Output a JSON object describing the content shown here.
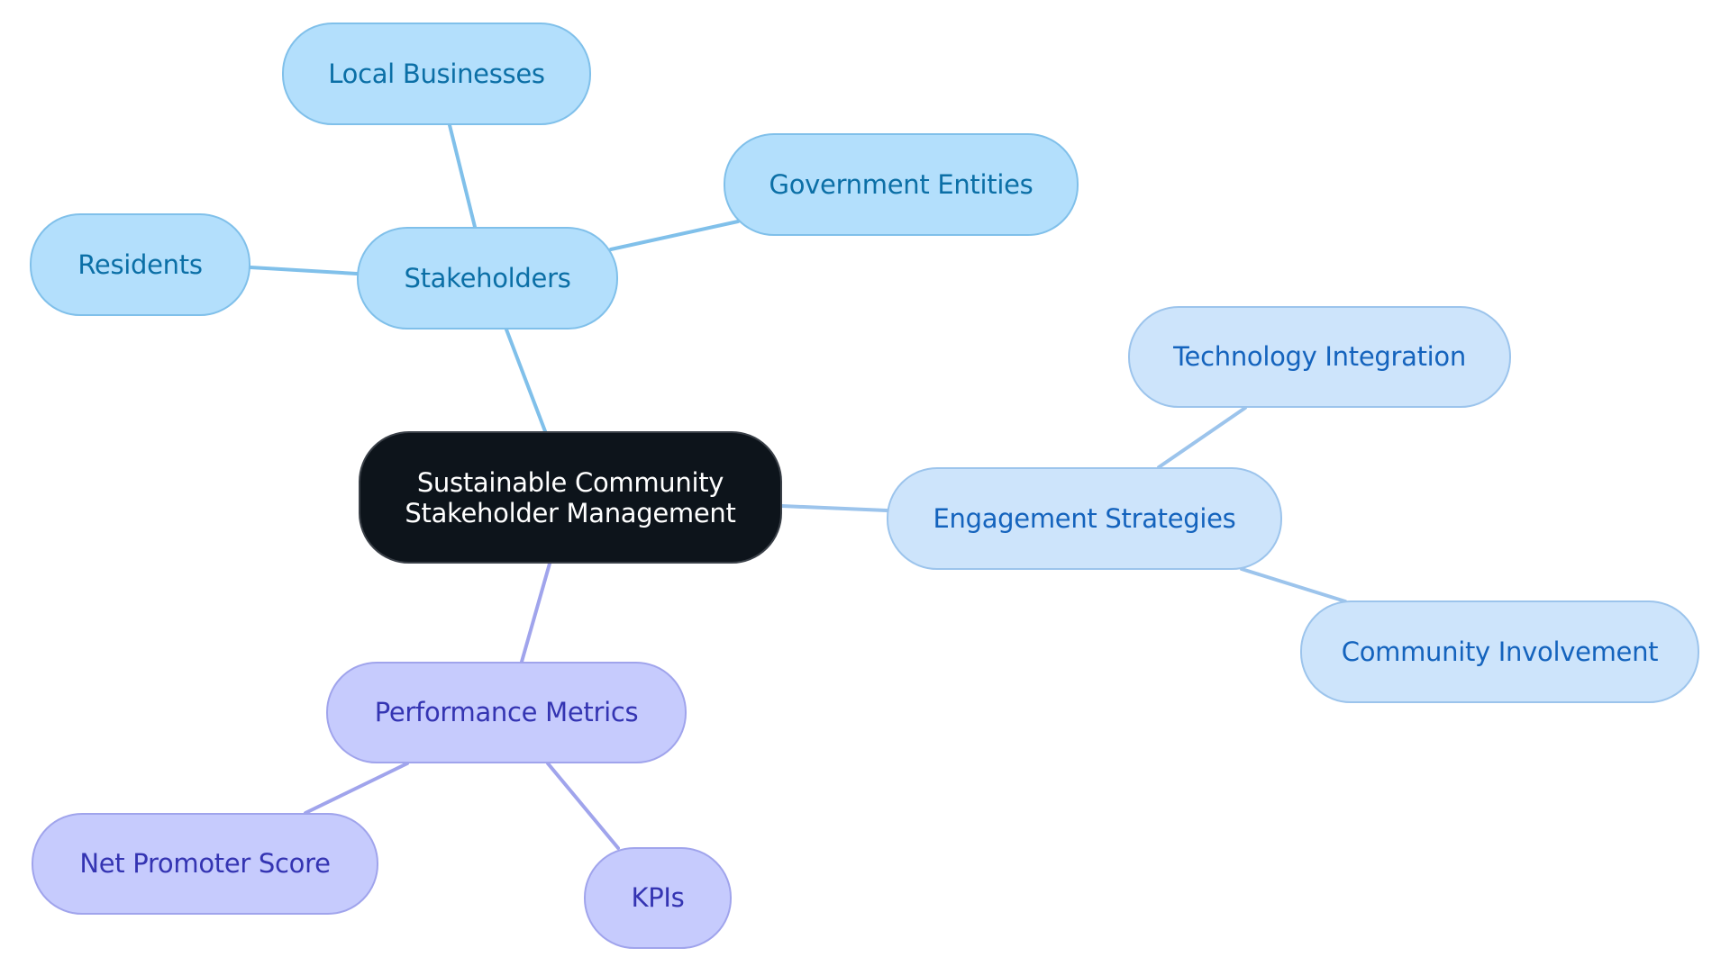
{
  "diagram": {
    "type": "mind-map",
    "root": {
      "id": "root",
      "label": "Sustainable Community Stakeholder Management",
      "label_lines": [
        "Sustainable Community",
        "Stakeholder Management"
      ]
    },
    "branches": [
      {
        "id": "stakeholders",
        "label": "Stakeholders",
        "children": [
          {
            "id": "local_businesses",
            "label": "Local Businesses"
          },
          {
            "id": "government_entities",
            "label": "Government Entities"
          },
          {
            "id": "residents",
            "label": "Residents"
          }
        ]
      },
      {
        "id": "engagement_strategies",
        "label": "Engagement Strategies",
        "children": [
          {
            "id": "technology_integration",
            "label": "Technology Integration"
          },
          {
            "id": "community_involvement",
            "label": "Community Involvement"
          }
        ]
      },
      {
        "id": "performance_metrics",
        "label": "Performance Metrics",
        "children": [
          {
            "id": "net_promoter_score",
            "label": "Net Promoter Score"
          },
          {
            "id": "kpis",
            "label": "KPIs"
          }
        ]
      }
    ]
  },
  "colors": {
    "background": "#ffffff",
    "root_fill": "#0d141b",
    "root_border": "#3a4048",
    "root_text": "#ffffff",
    "stakeholders_fill": "#b3dffc",
    "stakeholders_border": "#80c0ea",
    "stakeholders_text": "#0b6fa6",
    "stakeholders_edge": "#80c0ea",
    "engagement_fill": "#cde4fb",
    "engagement_border": "#9cc4ec",
    "engagement_text": "#1463bd",
    "engagement_edge": "#9cc4ec",
    "performance_fill": "#c6cbfd",
    "performance_border": "#a0a4ec",
    "performance_text": "#3434b2",
    "performance_edge": "#a0a4ec"
  }
}
